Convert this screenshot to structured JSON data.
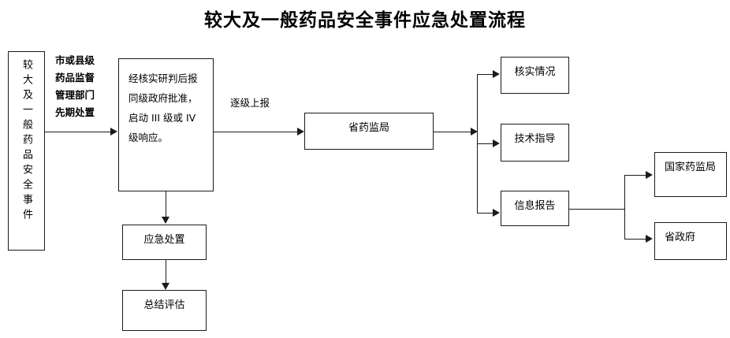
{
  "title": "较大及一般药品安全事件应急处置流程",
  "nodes": {
    "incident": "较大及一般药品安全事件",
    "process": "经核实研判后报同级政府批准，启动 III 级或 IV 级响应。",
    "provincial_mpa": "省药监局",
    "verify": "核实情况",
    "technical_guidance": "技术指导",
    "information_report": "信息报告",
    "national_mpa": "国家药监局",
    "provincial_government": "省政府",
    "emergency_disposal": "应急处置",
    "summary_evaluation": "总结评估"
  },
  "edges": {
    "initial_handling": "市或县级\n药品监督\n管理部门\n先期处置",
    "escalate_report": "逐级上报"
  },
  "colors": {
    "line": "#1a1a1a",
    "text": "#000000",
    "background": "#ffffff"
  }
}
